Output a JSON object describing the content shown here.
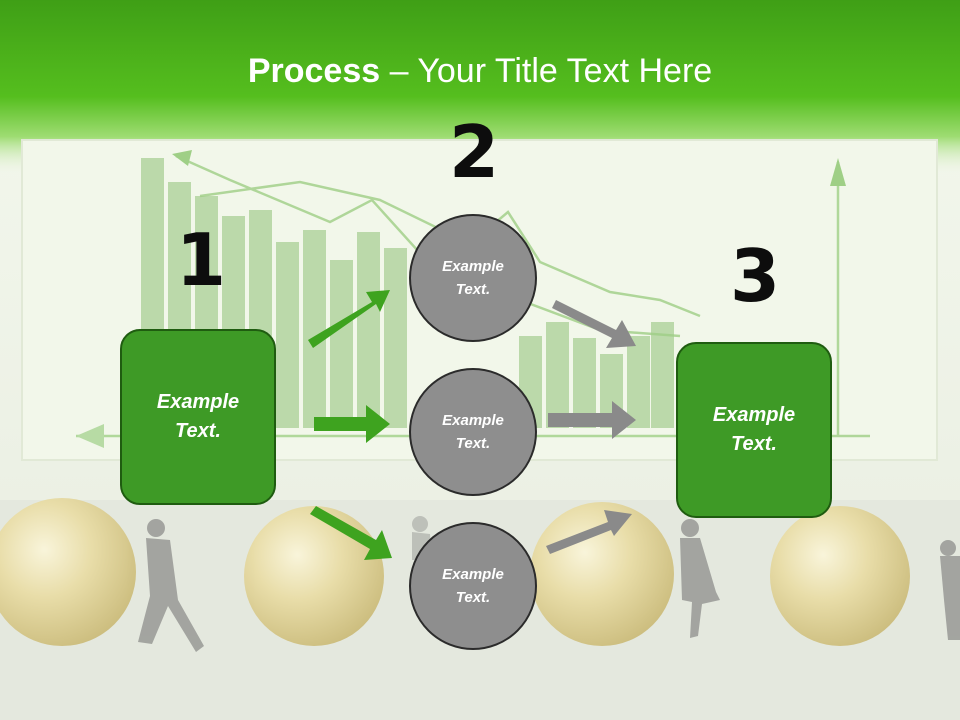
{
  "slide": {
    "title_bold": "Process",
    "title_rest": " – Your Title Text Here",
    "steps": [
      {
        "number": "1",
        "text": "Example Text."
      },
      {
        "number": "2",
        "text": "Example Text."
      },
      {
        "number": "3",
        "text": "Example Text."
      }
    ],
    "nodes": [
      {
        "text": "Example Text."
      },
      {
        "text": "Example Text."
      },
      {
        "text": "Example Text."
      }
    ]
  },
  "colors": {
    "header_green": "#4db81d",
    "box_green": "#3e9a26",
    "arrow_green": "#3ea31f",
    "circle_gray": "#8e8e8e",
    "arrow_gray": "#8a8a8a"
  }
}
